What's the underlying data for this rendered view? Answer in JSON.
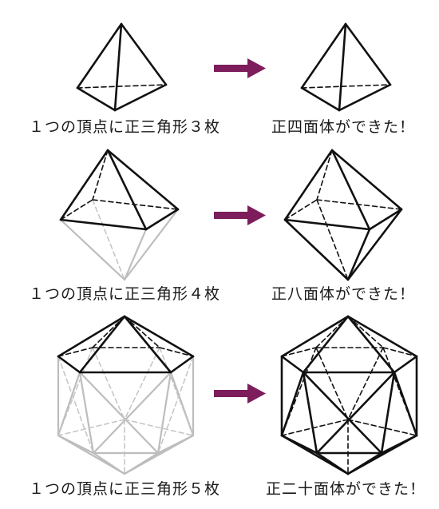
{
  "rows": [
    {
      "left_caption": "１つの頂点に正三角形３枚",
      "right_caption": "正四面体ができた！"
    },
    {
      "left_caption": "１つの頂点に正三角形４枚",
      "right_caption": "正八面体ができた！"
    },
    {
      "left_caption": "１つの頂点に正三角形５枚",
      "right_caption": "正二十面体ができた！"
    }
  ],
  "colors": {
    "arrow": "#7d1d5b",
    "line": "#111111",
    "ghost_line": "#bdbdbd"
  },
  "icons": {
    "arrow": "right-arrow-icon"
  }
}
